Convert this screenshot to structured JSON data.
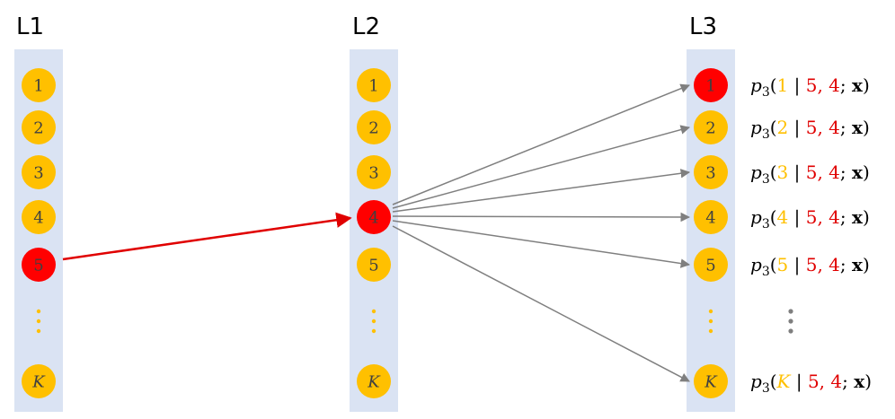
{
  "columns": [
    {
      "title": "L1",
      "nodes": [
        "1",
        "2",
        "3",
        "4",
        "5"
      ],
      "last": "K",
      "active": 4
    },
    {
      "title": "L2",
      "nodes": [
        "1",
        "2",
        "3",
        "4",
        "5"
      ],
      "last": "K",
      "active": 3
    },
    {
      "title": "L3",
      "nodes": [
        "1",
        "2",
        "3",
        "4",
        "5"
      ],
      "last": "K",
      "active": 0
    }
  ],
  "formula": {
    "prefix": "p",
    "subscript": "3",
    "open": "(",
    "condition_a": "5,",
    "condition_b": "4",
    "separator": ";",
    "variable": "x",
    "close": ")",
    "bar": "|"
  },
  "colors": {
    "node": "#ffc000",
    "active": "#ff0000",
    "column_bg": "#dae3f3",
    "arrow_active": "#e00000",
    "arrow_gray": "#7f7f7f",
    "formula_highlight": "#ffc000",
    "formula_condition": "#e00000"
  },
  "icons": {
    "ellipsis": "vertical-dots-icon"
  }
}
